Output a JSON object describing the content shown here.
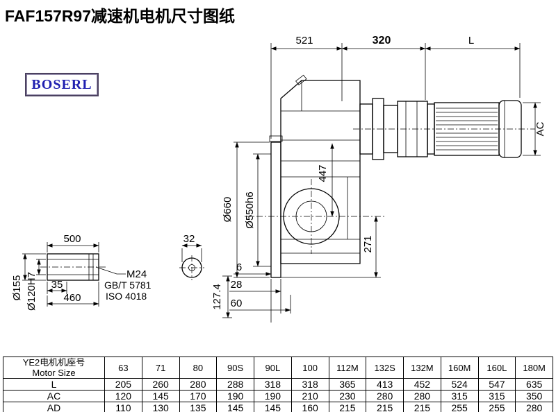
{
  "title": "FAF157R97减速机电机尺寸图纸",
  "logo": {
    "text": "BOSERL"
  },
  "drawing": {
    "dim_521": "521",
    "dim_320": "320",
    "dim_L": "L",
    "dim_AC": "AC",
    "dim_447": "447",
    "dim_271": "271",
    "dim_phi660": "Ø660",
    "dim_phi550": "Ø550h6",
    "dim_500": "500",
    "dim_35": "35",
    "dim_460": "460",
    "dim_phi155": "Ø155",
    "dim_phi120": "Ø120H7",
    "thread_callout": "M24",
    "standard_gb": "GB/T 5781",
    "standard_iso": "ISO 4018",
    "dim_32": "32",
    "dim_6": "6",
    "dim_28": "28",
    "dim_60": "60",
    "dim_127_4": "127.4"
  },
  "table": {
    "row_header_cn": "YE2电机机座号",
    "row_header_en": "Motor Size",
    "motor_sizes": [
      "63",
      "71",
      "80",
      "90S",
      "90L",
      "100",
      "112M",
      "132S",
      "132M",
      "160M",
      "160L",
      "180M"
    ],
    "rows": [
      {
        "label": "L",
        "values": [
          "205",
          "260",
          "280",
          "288",
          "318",
          "318",
          "365",
          "413",
          "452",
          "524",
          "547",
          "635"
        ]
      },
      {
        "label": "AC",
        "values": [
          "120",
          "145",
          "170",
          "190",
          "190",
          "210",
          "230",
          "280",
          "280",
          "315",
          "315",
          "350"
        ]
      },
      {
        "label": "AD",
        "values": [
          "110",
          "130",
          "135",
          "145",
          "145",
          "160",
          "215",
          "215",
          "215",
          "255",
          "255",
          "280"
        ]
      }
    ]
  }
}
